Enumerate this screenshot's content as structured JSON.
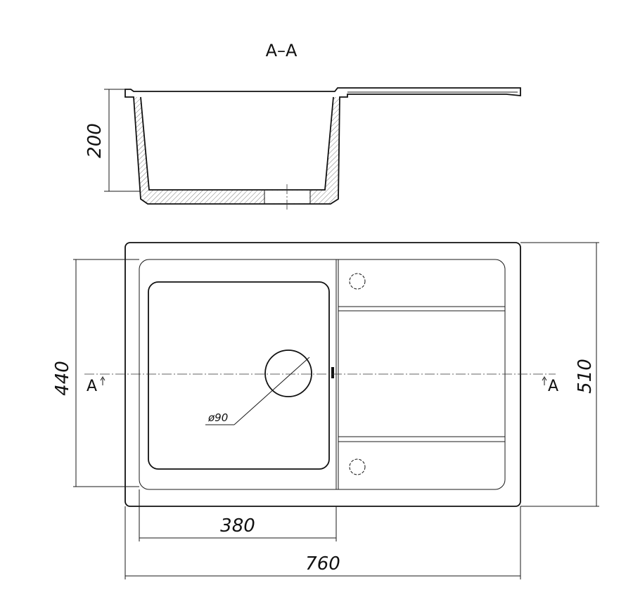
{
  "section": {
    "title": "A–A"
  },
  "dimensions": {
    "depth": "200",
    "inner_width": "440",
    "overall_width": "510",
    "bowl_length": "380",
    "overall_length": "760",
    "drain_diameter": "ø90"
  },
  "section_markers": {
    "left": "A",
    "right": "A"
  }
}
